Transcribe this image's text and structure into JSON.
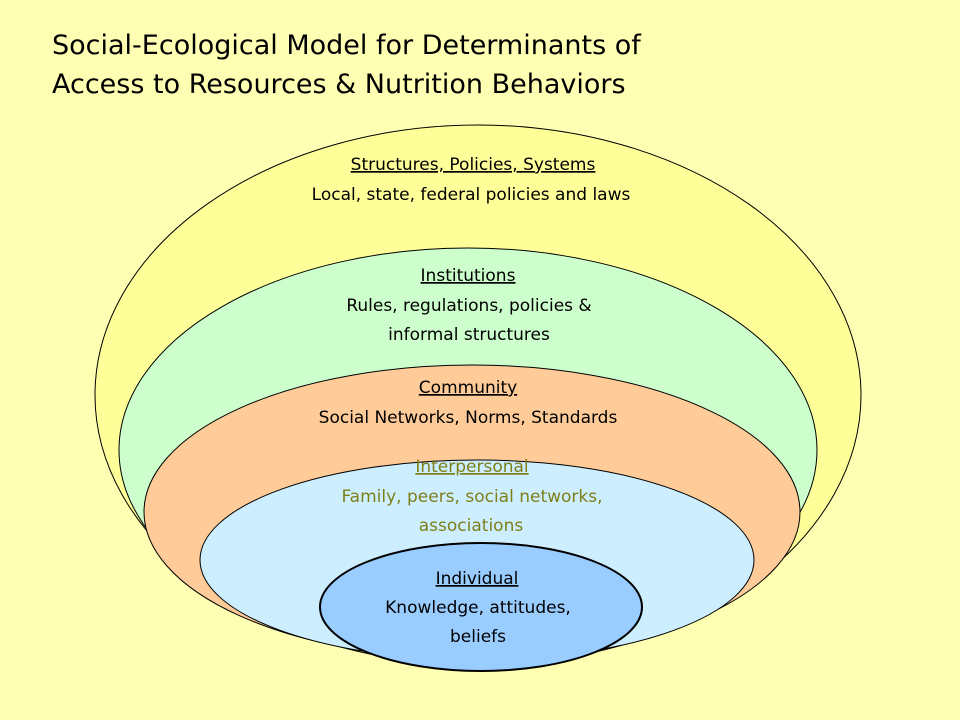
{
  "title": {
    "line1": "Social-Ecological Model for Determinants of",
    "line2": "Access to Resources & Nutrition Behaviors"
  },
  "colors": {
    "background": "#ffffb3",
    "outline": "#000000"
  },
  "levels": [
    {
      "key": "structures",
      "heading": "Structures, Policies, Systems",
      "lines": [
        "Local, state, federal policies and laws"
      ],
      "fill": "#ffff99",
      "text_color": "#000000"
    },
    {
      "key": "institutions",
      "heading": "Institutions",
      "lines": [
        "Rules, regulations, policies &",
        "informal structures"
      ],
      "fill": "#ccffcc",
      "text_color": "#000000"
    },
    {
      "key": "community",
      "heading": "Community",
      "lines": [
        "Social Networks, Norms, Standards"
      ],
      "fill": "#ffcc99",
      "text_color": "#000000"
    },
    {
      "key": "interpersonal",
      "heading": "Interpersonal",
      "lines": [
        "Family, peers, social networks,",
        "associations"
      ],
      "fill": "#cceeff",
      "text_color": "#7f7f19"
    },
    {
      "key": "individual",
      "heading": "Individual",
      "lines": [
        "Knowledge, attitudes,",
        "beliefs"
      ],
      "fill": "#99ccff",
      "text_color": "#000000"
    }
  ]
}
